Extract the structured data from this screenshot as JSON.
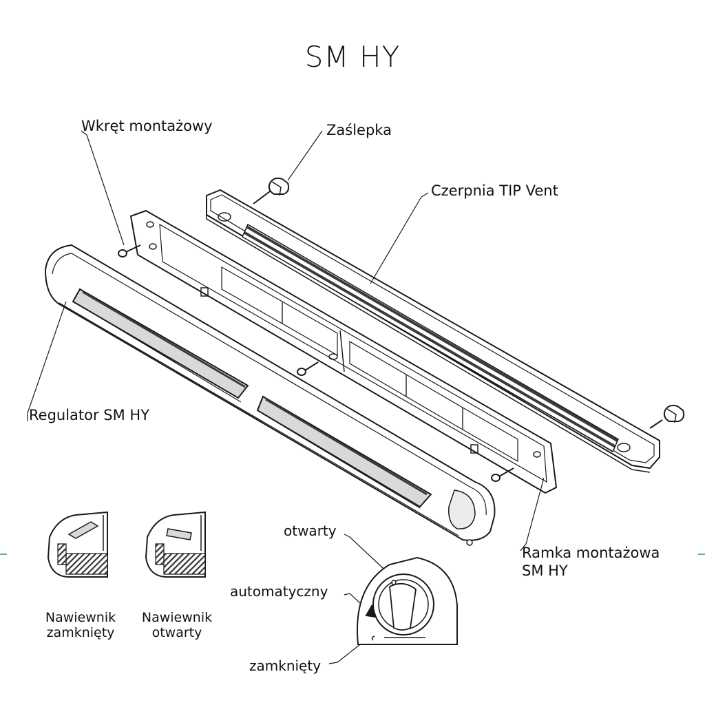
{
  "title": "SM HY",
  "labels": {
    "screw": "Wkręt montażowy",
    "cap": "Zaślepka",
    "hood": "Czerpnia TIP Vent",
    "regulator": "Regulator SM HY",
    "frame_line1": "Ramka montażowa",
    "frame_line2": "SM HY"
  },
  "states": {
    "closed_line1": "Nawiewnik",
    "closed_line2": "zamknięty",
    "open_line1": "Nawiewnik",
    "open_line2": "otwarty"
  },
  "knob": {
    "open": "otwarty",
    "auto": "automatyczny",
    "closed": "zamknięty"
  },
  "colors": {
    "line": "#1a1a1a",
    "shade": "#d9d9d9",
    "grille": "#3a3a3a",
    "accent": "#2f8f84"
  }
}
